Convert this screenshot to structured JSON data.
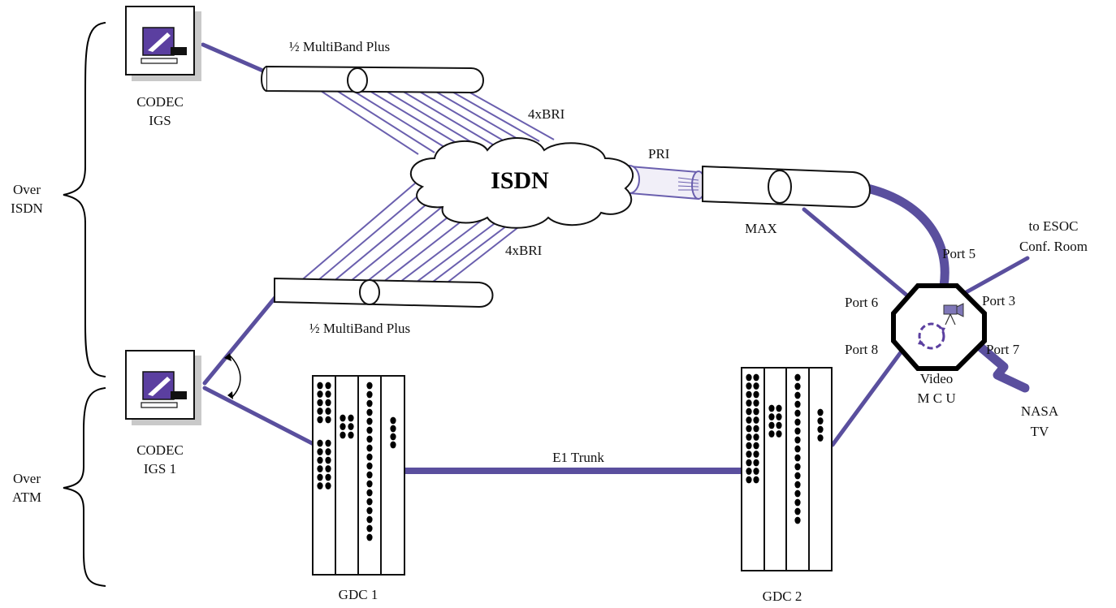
{
  "labels": {
    "multiband_top": "½ MultiBand Plus",
    "multiband_bottom": "½ MultiBand Plus",
    "bri_top": "4xBRI",
    "bri_bottom": "4xBRI",
    "isdn": "ISDN",
    "pri": "PRI",
    "max": "MAX",
    "codec_igs_line1": "CODEC",
    "codec_igs_line2": "IGS",
    "codec_igs1_line1": "CODEC",
    "codec_igs1_line2": "IGS 1",
    "over_isdn_line1": "Over",
    "over_isdn_line2": "ISDN",
    "over_atm_line1": "Over",
    "over_atm_line2": "ATM",
    "esoc_line1": "to ESOC",
    "esoc_line2": "Conf. Room",
    "port5": "Port 5",
    "port6": "Port 6",
    "port3": "Port 3",
    "port8": "Port 8",
    "port7": "Port 7",
    "mcu_line1": "Video",
    "mcu_line2": "M C U",
    "nasa_line1": "NASA",
    "nasa_line2": "TV",
    "e1_trunk": "E1 Trunk",
    "gdc1": "GDC 1",
    "gdc2": "GDC 2"
  },
  "colors": {
    "link": "#5a4f9e",
    "bri_line": "#6a5fae",
    "outline": "#111111",
    "screen": "#5b3fa0"
  },
  "icons": [
    "computer-icon",
    "camera-icon",
    "mcu-ring-icon",
    "cloud-icon"
  ]
}
